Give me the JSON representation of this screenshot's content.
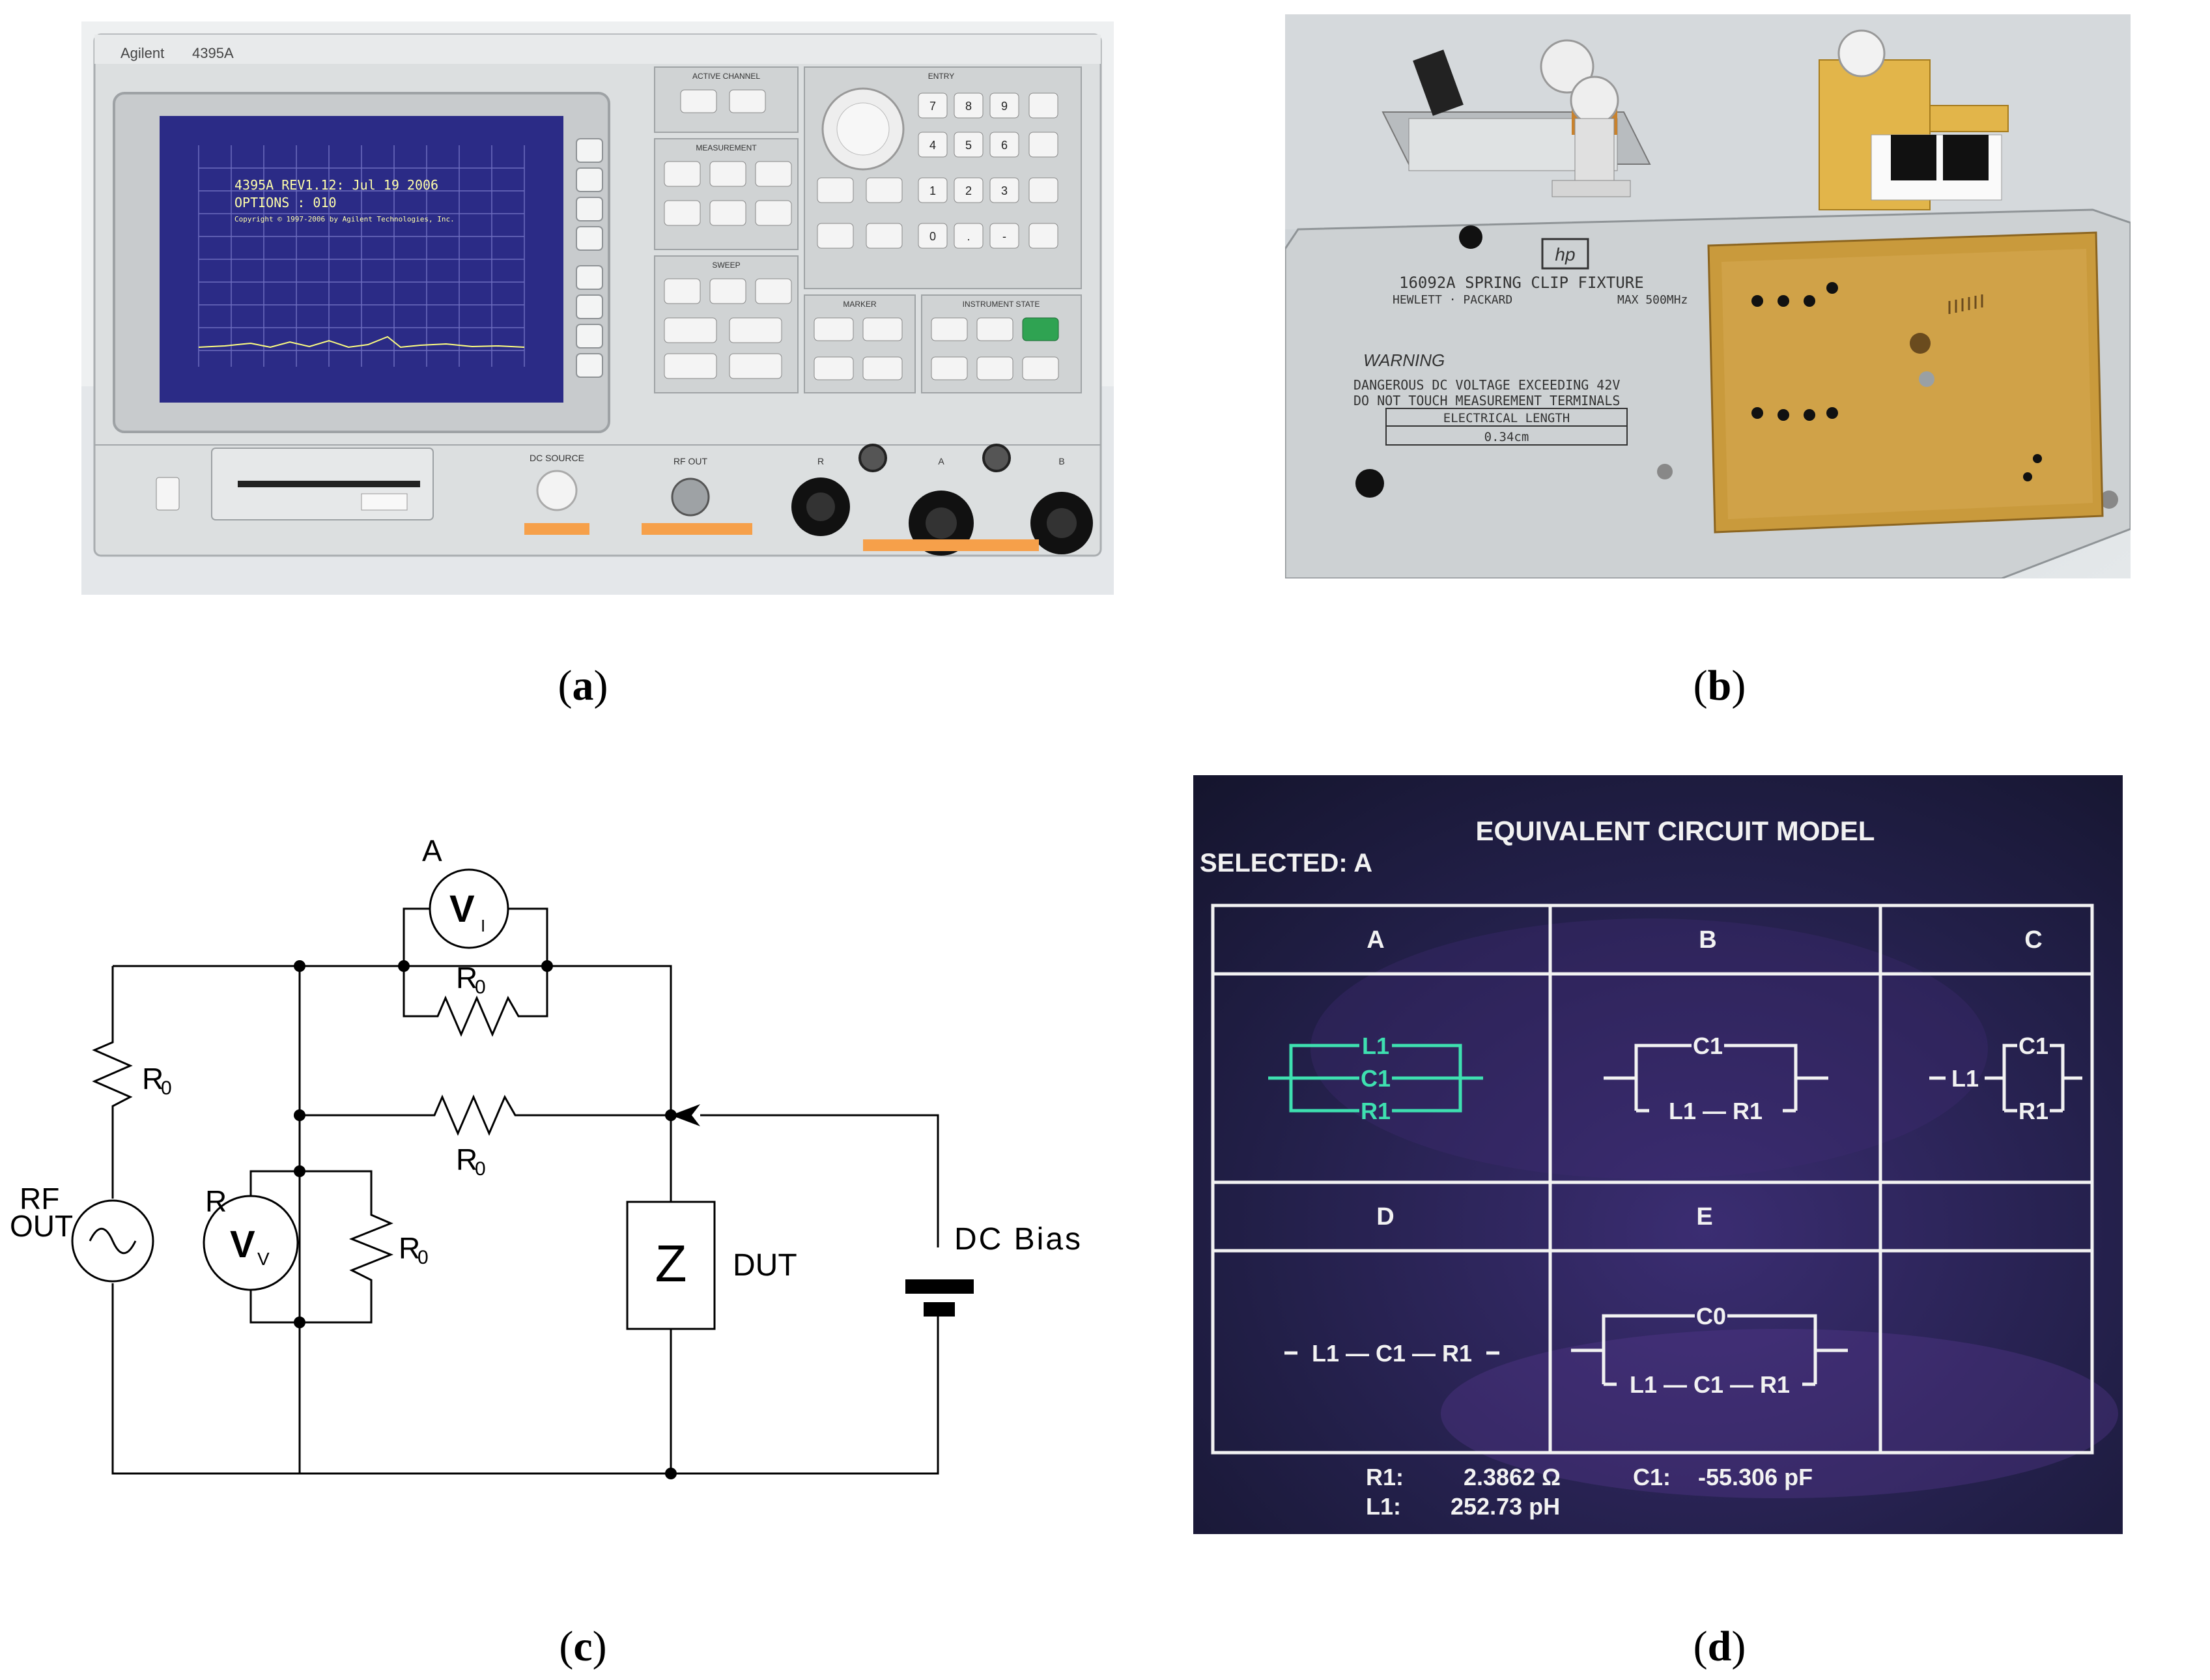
{
  "colors": {
    "crt_bg": "#232047",
    "crt_line": "#f2f2f2",
    "crt_selected": "#3ee0b0",
    "instrument_body": "#d9dcdd",
    "instrument_screen": "#2a2a8a",
    "fixture_body": "#cfd3d6",
    "gold_pad": "#c99a3c"
  },
  "captions": {
    "a": "a",
    "b": "b",
    "c": "c",
    "d": "d"
  },
  "panel_a": {
    "brand": "Agilent",
    "model": "4395A",
    "screen_line1": "4395A REV1.12: Jul 19 2006",
    "screen_line2": "OPTIONS : 010",
    "screen_line3": "Copyright © 1997-2006 by Agilent Technologies, Inc.",
    "section_labels": [
      "ACTIVE CHANNEL",
      "ENTRY",
      "MEASUREMENT",
      "SWEEP",
      "MARKER",
      "INSTRUMENT STATE"
    ],
    "keypad": [
      "7",
      "8",
      "9",
      "4",
      "5",
      "6",
      "1",
      "2",
      "3",
      "0",
      ".",
      "-"
    ],
    "front_labels": [
      "DC SOURCE",
      "RF OUT",
      "R",
      "A",
      "B"
    ]
  },
  "panel_b": {
    "logo": "hp",
    "fixture_title": "16092A SPRING CLIP FIXTURE",
    "maker": "HEWLETT · PACKARD",
    "freq": "MAX 500MHz",
    "warning": "WARNING",
    "warning_line1": "DANGEROUS DC VOLTAGE EXCEEDING 42V",
    "warning_line2": "DO NOT TOUCH MEASUREMENT TERMINALS",
    "elec_length_label": "ELECTRICAL LENGTH",
    "elec_length_value": "0.34cm"
  },
  "panel_c": {
    "label_A": "A",
    "label_VI": "V",
    "label_VI_sub": "I",
    "label_R": "R",
    "label_VV": "V",
    "label_VV_sub": "V",
    "label_R0": "R",
    "label_R0_sub": "0",
    "label_rf_1": "RF",
    "label_rf_2": "OUT",
    "label_Z": "Z",
    "label_dut": "DUT",
    "label_dc": "DC Bias"
  },
  "panel_d": {
    "title": "EQUIVALENT CIRCUIT MODEL",
    "selected": "SELECTED: A",
    "headers": [
      "A",
      "B",
      "C",
      "D",
      "E"
    ],
    "A_items": [
      "L1",
      "C1",
      "R1"
    ],
    "B_top": "C1",
    "B_bottom": "L1 — R1",
    "C_series": "L1",
    "C_top": "C1",
    "C_bottom": "R1",
    "D_series": "L1 — C1 — R1",
    "E_top": "C0",
    "E_bottom": "L1 — C1 — R1",
    "readout_r1_label": "R1:",
    "readout_r1_value": "2.3862 Ω",
    "readout_c1_label": "C1:",
    "readout_c1_value": "-55.306 pF",
    "readout_l1_label": "L1:",
    "readout_l1_value": "252.73 pH"
  }
}
